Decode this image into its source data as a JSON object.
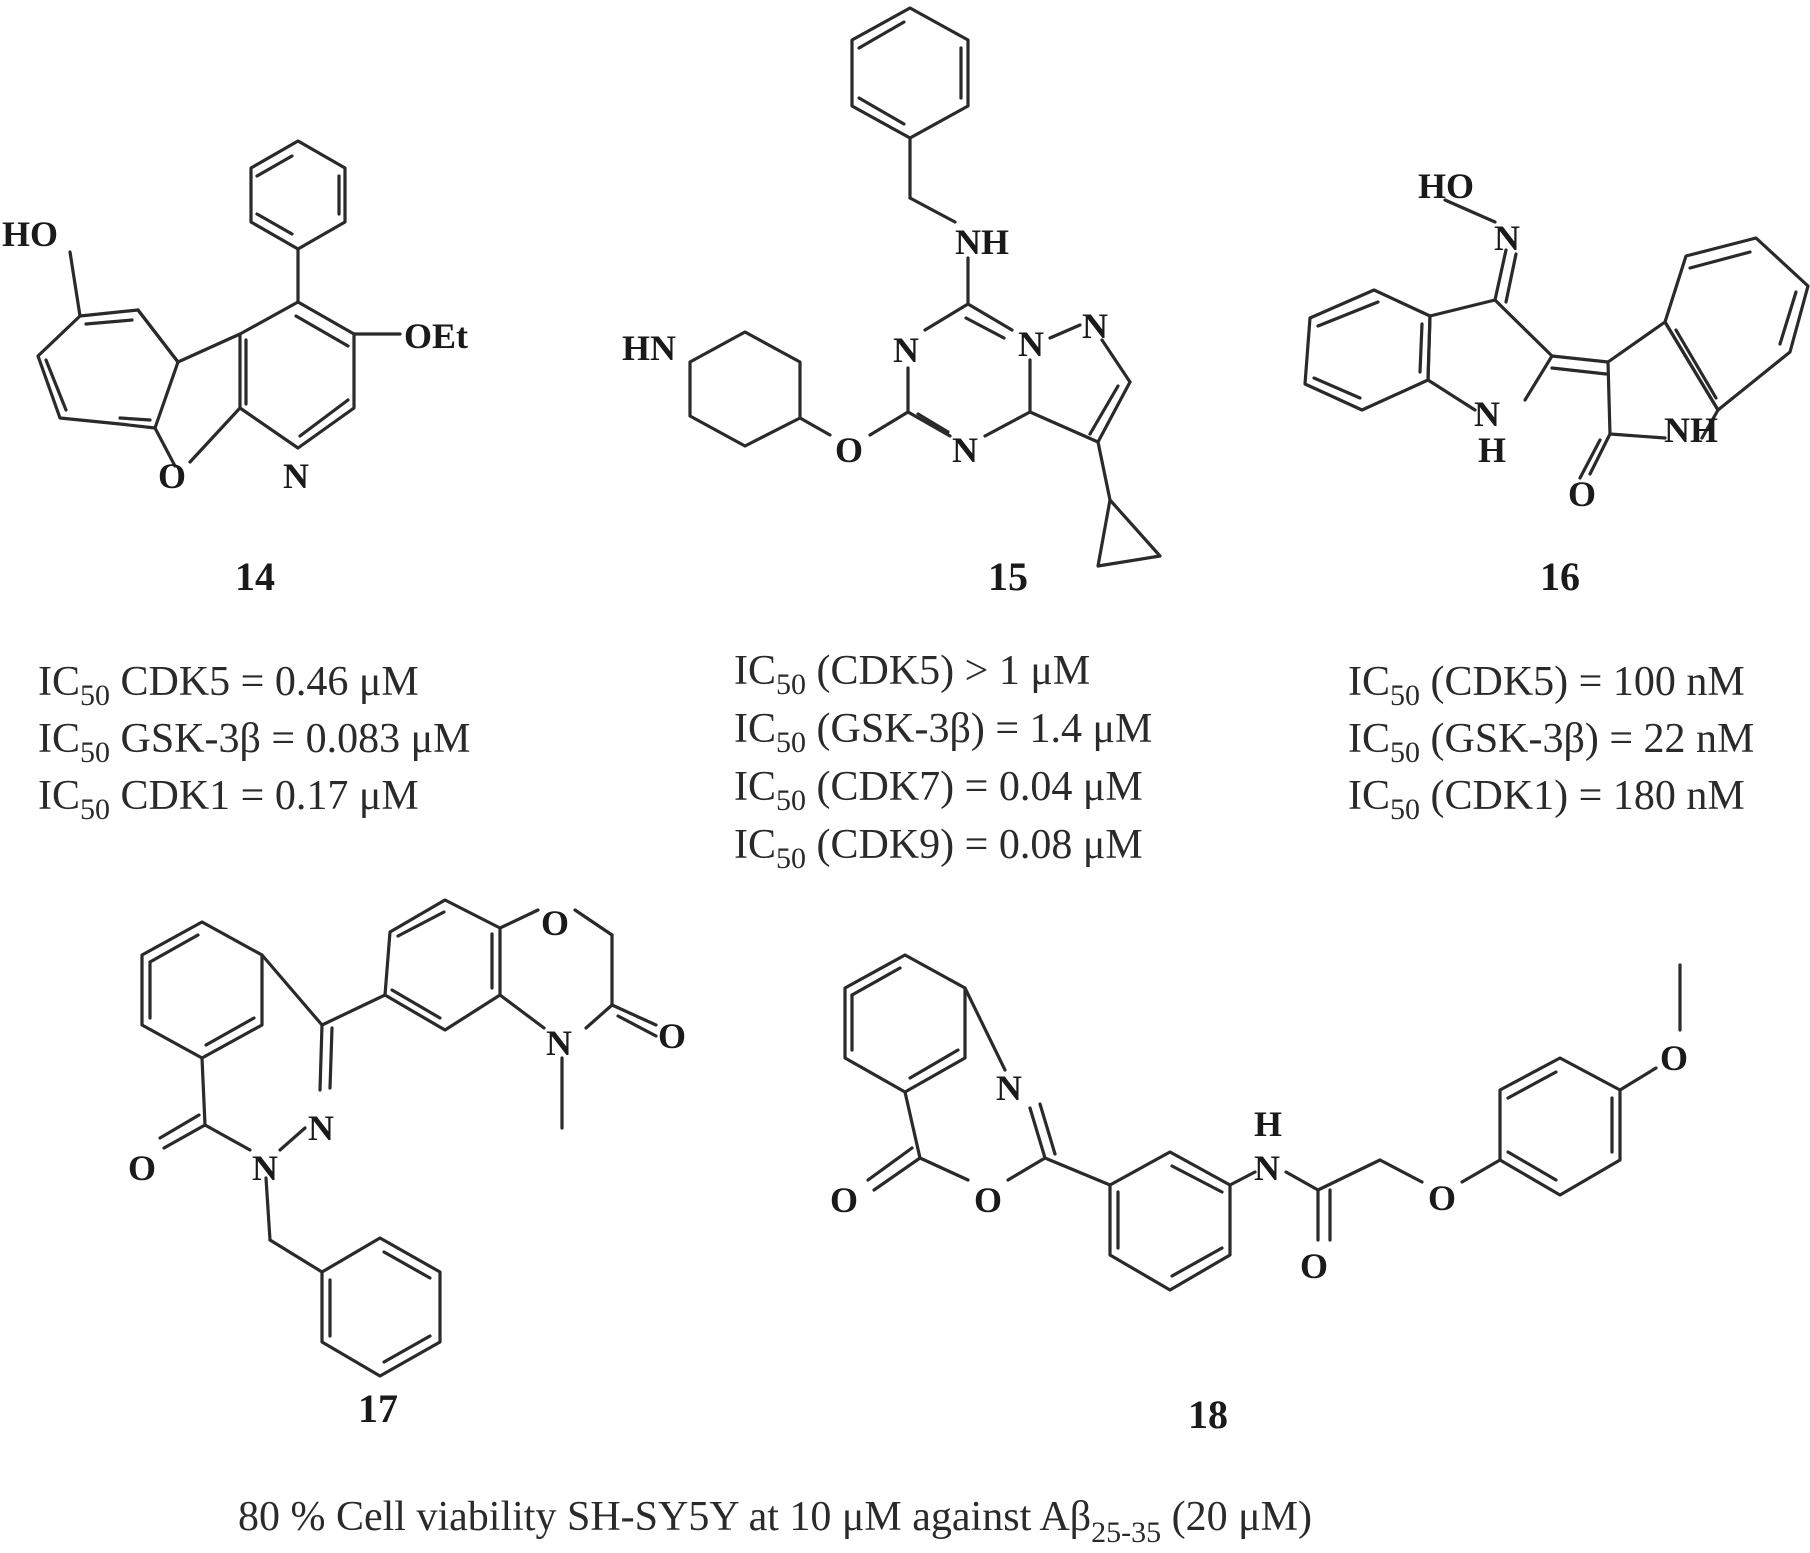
{
  "compounds": [
    {
      "label": "14",
      "atoms": {
        "ho": "HO",
        "oet": "OEt",
        "o": "O",
        "n": "N"
      },
      "data": [
        {
          "pre": "IC",
          "sub": "50",
          "post": " CDK5 = 0.46 μM"
        },
        {
          "pre": "IC",
          "sub": "50",
          "post": " GSK-3β = 0.083 μM"
        },
        {
          "pre": "IC",
          "sub": "50",
          "post": " CDK1 = 0.17 μM"
        }
      ]
    },
    {
      "label": "15",
      "atoms": {
        "nh": "NH",
        "hn": "HN",
        "n1": "N",
        "n2": "N",
        "n3": "N",
        "n4": "N",
        "o": "O"
      },
      "data": [
        {
          "pre": "IC",
          "sub": "50",
          "post": " (CDK5) > 1 μM"
        },
        {
          "pre": "IC",
          "sub": "50",
          "post": " (GSK-3β) = 1.4 μM"
        },
        {
          "pre": "IC",
          "sub": "50",
          "post": " (CDK7) = 0.04 μM"
        },
        {
          "pre": "IC",
          "sub": "50",
          "post": " (CDK9) = 0.08 μM"
        }
      ]
    },
    {
      "label": "16",
      "atoms": {
        "ho": "HO",
        "n_oxime": "N",
        "n_ring": "N",
        "h_ring": "H",
        "nh": "NH",
        "o": "O"
      },
      "data": [
        {
          "pre": "IC",
          "sub": "50",
          "post": " (CDK5) = 100 nM"
        },
        {
          "pre": "IC",
          "sub": "50",
          "post": " (GSK-3β) = 22 nM"
        },
        {
          "pre": "IC",
          "sub": "50",
          "post": " (CDK1) = 180 nM"
        }
      ]
    },
    {
      "label": "17",
      "atoms": {
        "o_ring": "O",
        "n_ring": "N",
        "o_keto": "O",
        "o_carbonyl": "O",
        "n1": "N",
        "n2": "N"
      }
    },
    {
      "label": "18",
      "atoms": {
        "n": "N",
        "o_ring": "O",
        "o_carbonyl": "O",
        "h": "H",
        "n_amide": "N",
        "o_amide": "O",
        "o_ether": "O",
        "o_methoxy": "O"
      },
      "data": [
        {
          "pre": "80 % Cell viability SH-SY5Y at 10 μM against Aβ",
          "sub": "25-35",
          "post": " (20 μM)"
        }
      ]
    }
  ]
}
